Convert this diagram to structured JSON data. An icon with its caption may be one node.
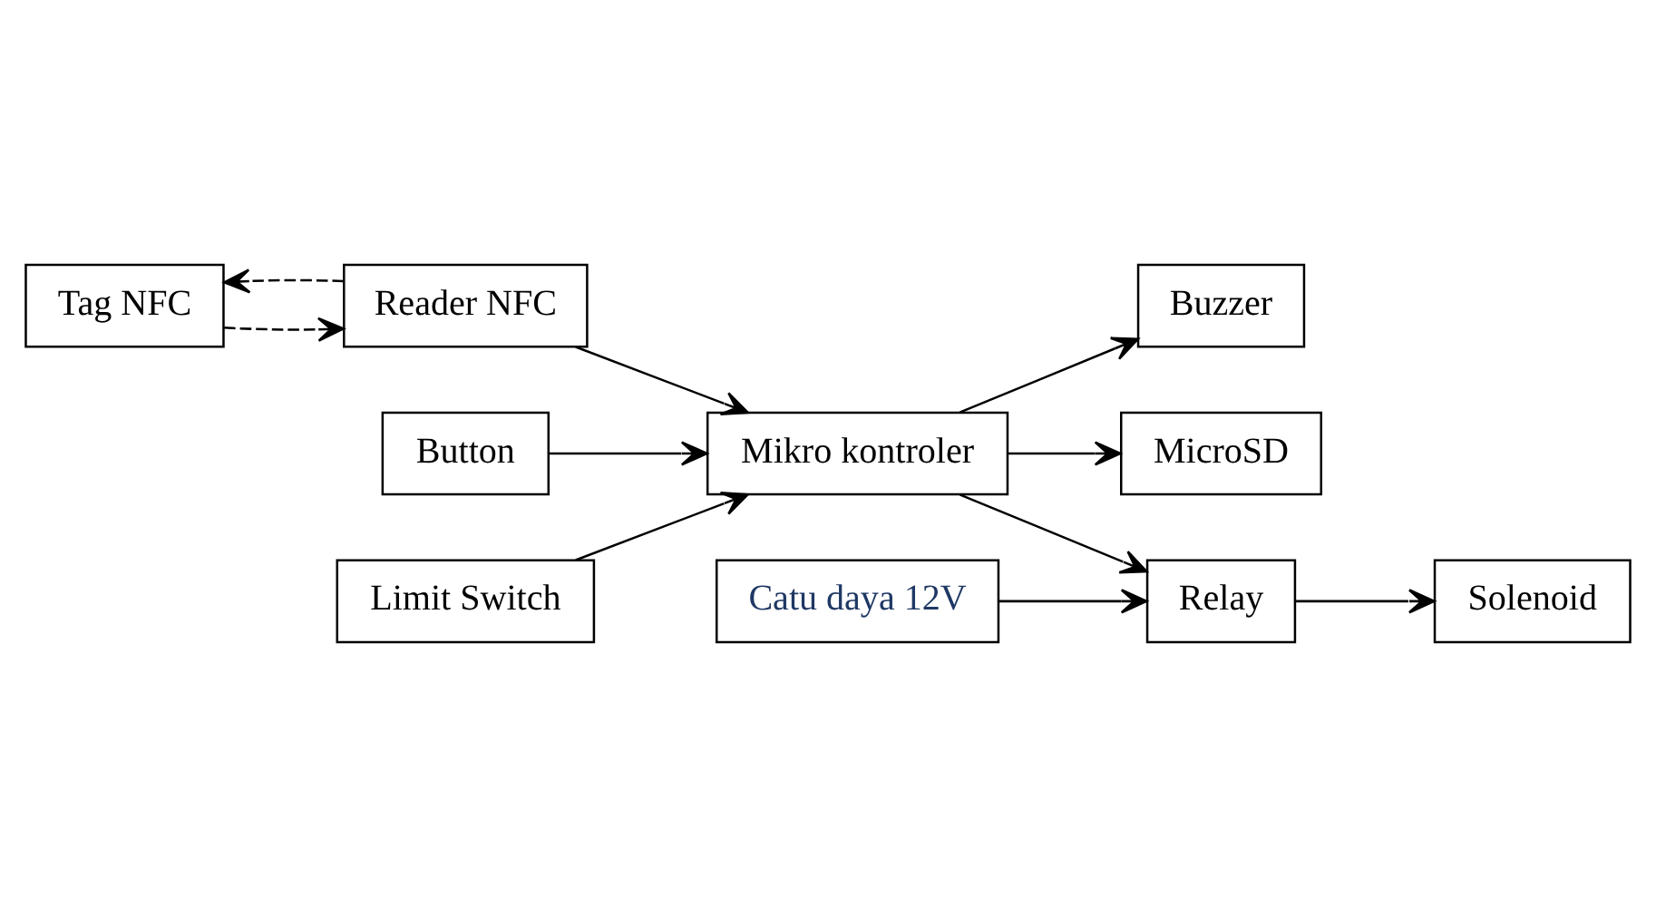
{
  "diagram": {
    "nodes": [
      {
        "text": [
          "Tag NFC"
        ]
      },
      {
        "text": [
          "Reader NFC"
        ]
      },
      {
        "text": [
          "Button"
        ]
      },
      {
        "text": [
          "Buzzer"
        ]
      },
      {
        "text": [
          "Mikro kontroler"
        ]
      },
      {
        "text": [
          "Catu daya 12V"
        ]
      },
      {
        "text": [
          "Limit Switch"
        ]
      },
      {
        "text": [
          "Relay"
        ]
      },
      {
        "text": [
          "MicroSD"
        ]
      },
      {
        "text": [
          "Solenoid"
        ]
      }
    ],
    "edges": [
      {
        "from": 1,
        "to": 0,
        "arrow": "to",
        "style": "dashed"
      },
      {
        "from": 0,
        "to": 1,
        "arrow": "to",
        "style": "dashed"
      },
      {
        "from": 2,
        "to": 4,
        "arrow": "to"
      },
      {
        "from": 1,
        "to": 4,
        "arrow": "to"
      },
      {
        "from": 6,
        "to": 4,
        "arrow": "to"
      },
      {
        "from": 4,
        "to": 3,
        "arrow": "to"
      },
      {
        "from": 4,
        "to": 7,
        "arrow": "to"
      },
      {
        "from": 5,
        "to": 7,
        "arrow": "to"
      },
      {
        "from": 4,
        "to": 8,
        "arrow": "to"
      },
      {
        "from": 7,
        "to": 9,
        "arrow": "to"
      }
    ]
  }
}
